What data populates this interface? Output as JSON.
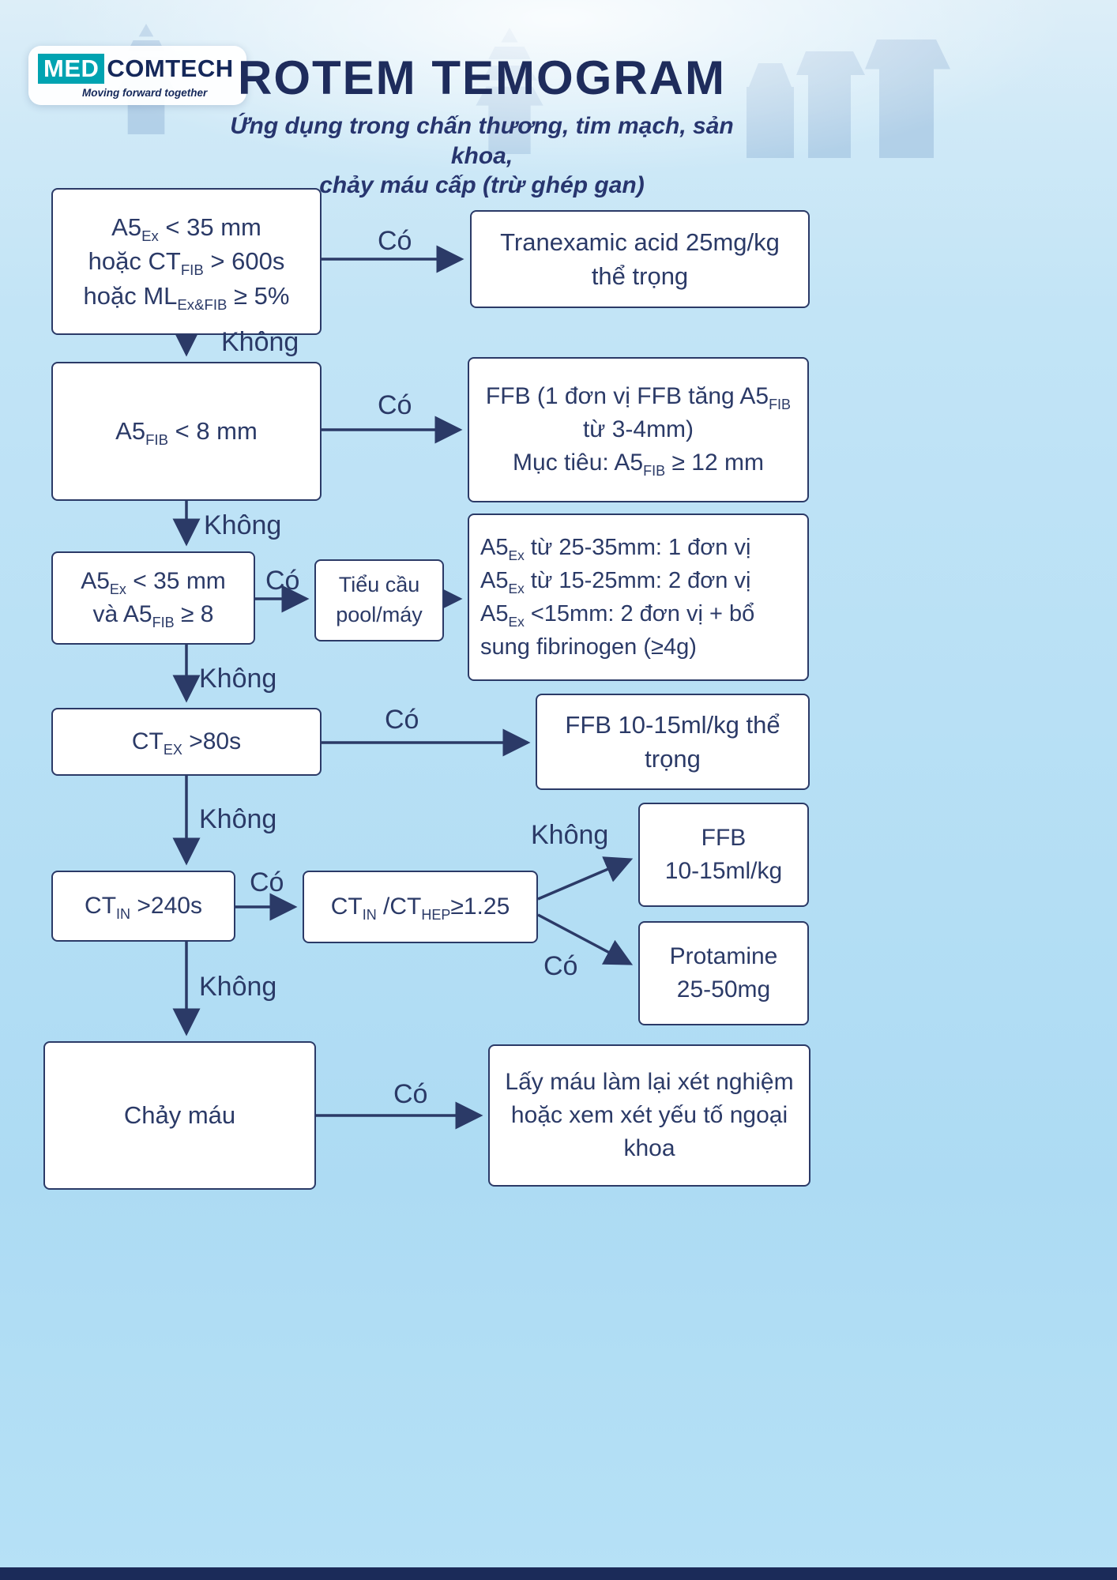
{
  "colors": {
    "navy": "#2b3a67",
    "title_navy": "#1e2c5c",
    "teal": "#00a3b1",
    "background_blue": "#b8e0f5",
    "footer_navy": "#1b2b59"
  },
  "header": {
    "logo": {
      "med": "MED",
      "comtech": "COMTECH",
      "tagline": "Moving forward together"
    },
    "title": "ROTEM TEMOGRAM",
    "subtitle": [
      "Ứng dụng trong chấn thương, tim mạch, sản khoa,",
      "chảy máu cấp (trừ ghép gan)"
    ]
  },
  "labels": {
    "yes": "Có",
    "no": "Không"
  },
  "flowchart": {
    "step1": {
      "condition": [
        "A5{Ex} < 35 mm",
        "hoặc CT{FIB} > 600s",
        "hoặc ML{Ex&FIB} ≥ 5%"
      ],
      "result": [
        "Tranexamic acid 25mg/kg",
        "thể trọng"
      ]
    },
    "step2": {
      "condition": [
        "A5{FIB} < 8 mm"
      ],
      "result": [
        "FFB (1 đơn vị FFB tăng A5{FIB}",
        "từ 3-4mm)",
        "Mục tiêu: A5{FIB} ≥ 12 mm"
      ]
    },
    "step3": {
      "condition": [
        "A5{Ex} < 35 mm",
        "và A5{FIB} ≥ 8"
      ],
      "action": [
        "Tiểu cầu",
        "pool/máy"
      ],
      "result": [
        "A5{Ex} từ 25-35mm: 1 đơn vị",
        "A5{Ex} từ 15-25mm: 2 đơn vị",
        "A5{Ex} <15mm: 2 đơn vị + bổ sung fibrinogen (≥4g)"
      ]
    },
    "step4": {
      "condition": [
        "CT{EX} >80s"
      ],
      "result": [
        "FFB 10-15ml/kg thể",
        "trọng"
      ]
    },
    "step5": {
      "condition": [
        "CT{IN} >240s"
      ],
      "test": [
        "CT{IN} /CT{HEP}≥1.25"
      ],
      "result_no": [
        "FFB",
        "10-15ml/kg"
      ],
      "result_yes": [
        "Protamine",
        "25-50mg"
      ]
    },
    "step6": {
      "condition": [
        "Chảy máu"
      ],
      "result": [
        "Lấy máu làm lại xét nghiệm",
        "hoặc xem xét yếu tố ngoại",
        "khoa"
      ]
    }
  }
}
